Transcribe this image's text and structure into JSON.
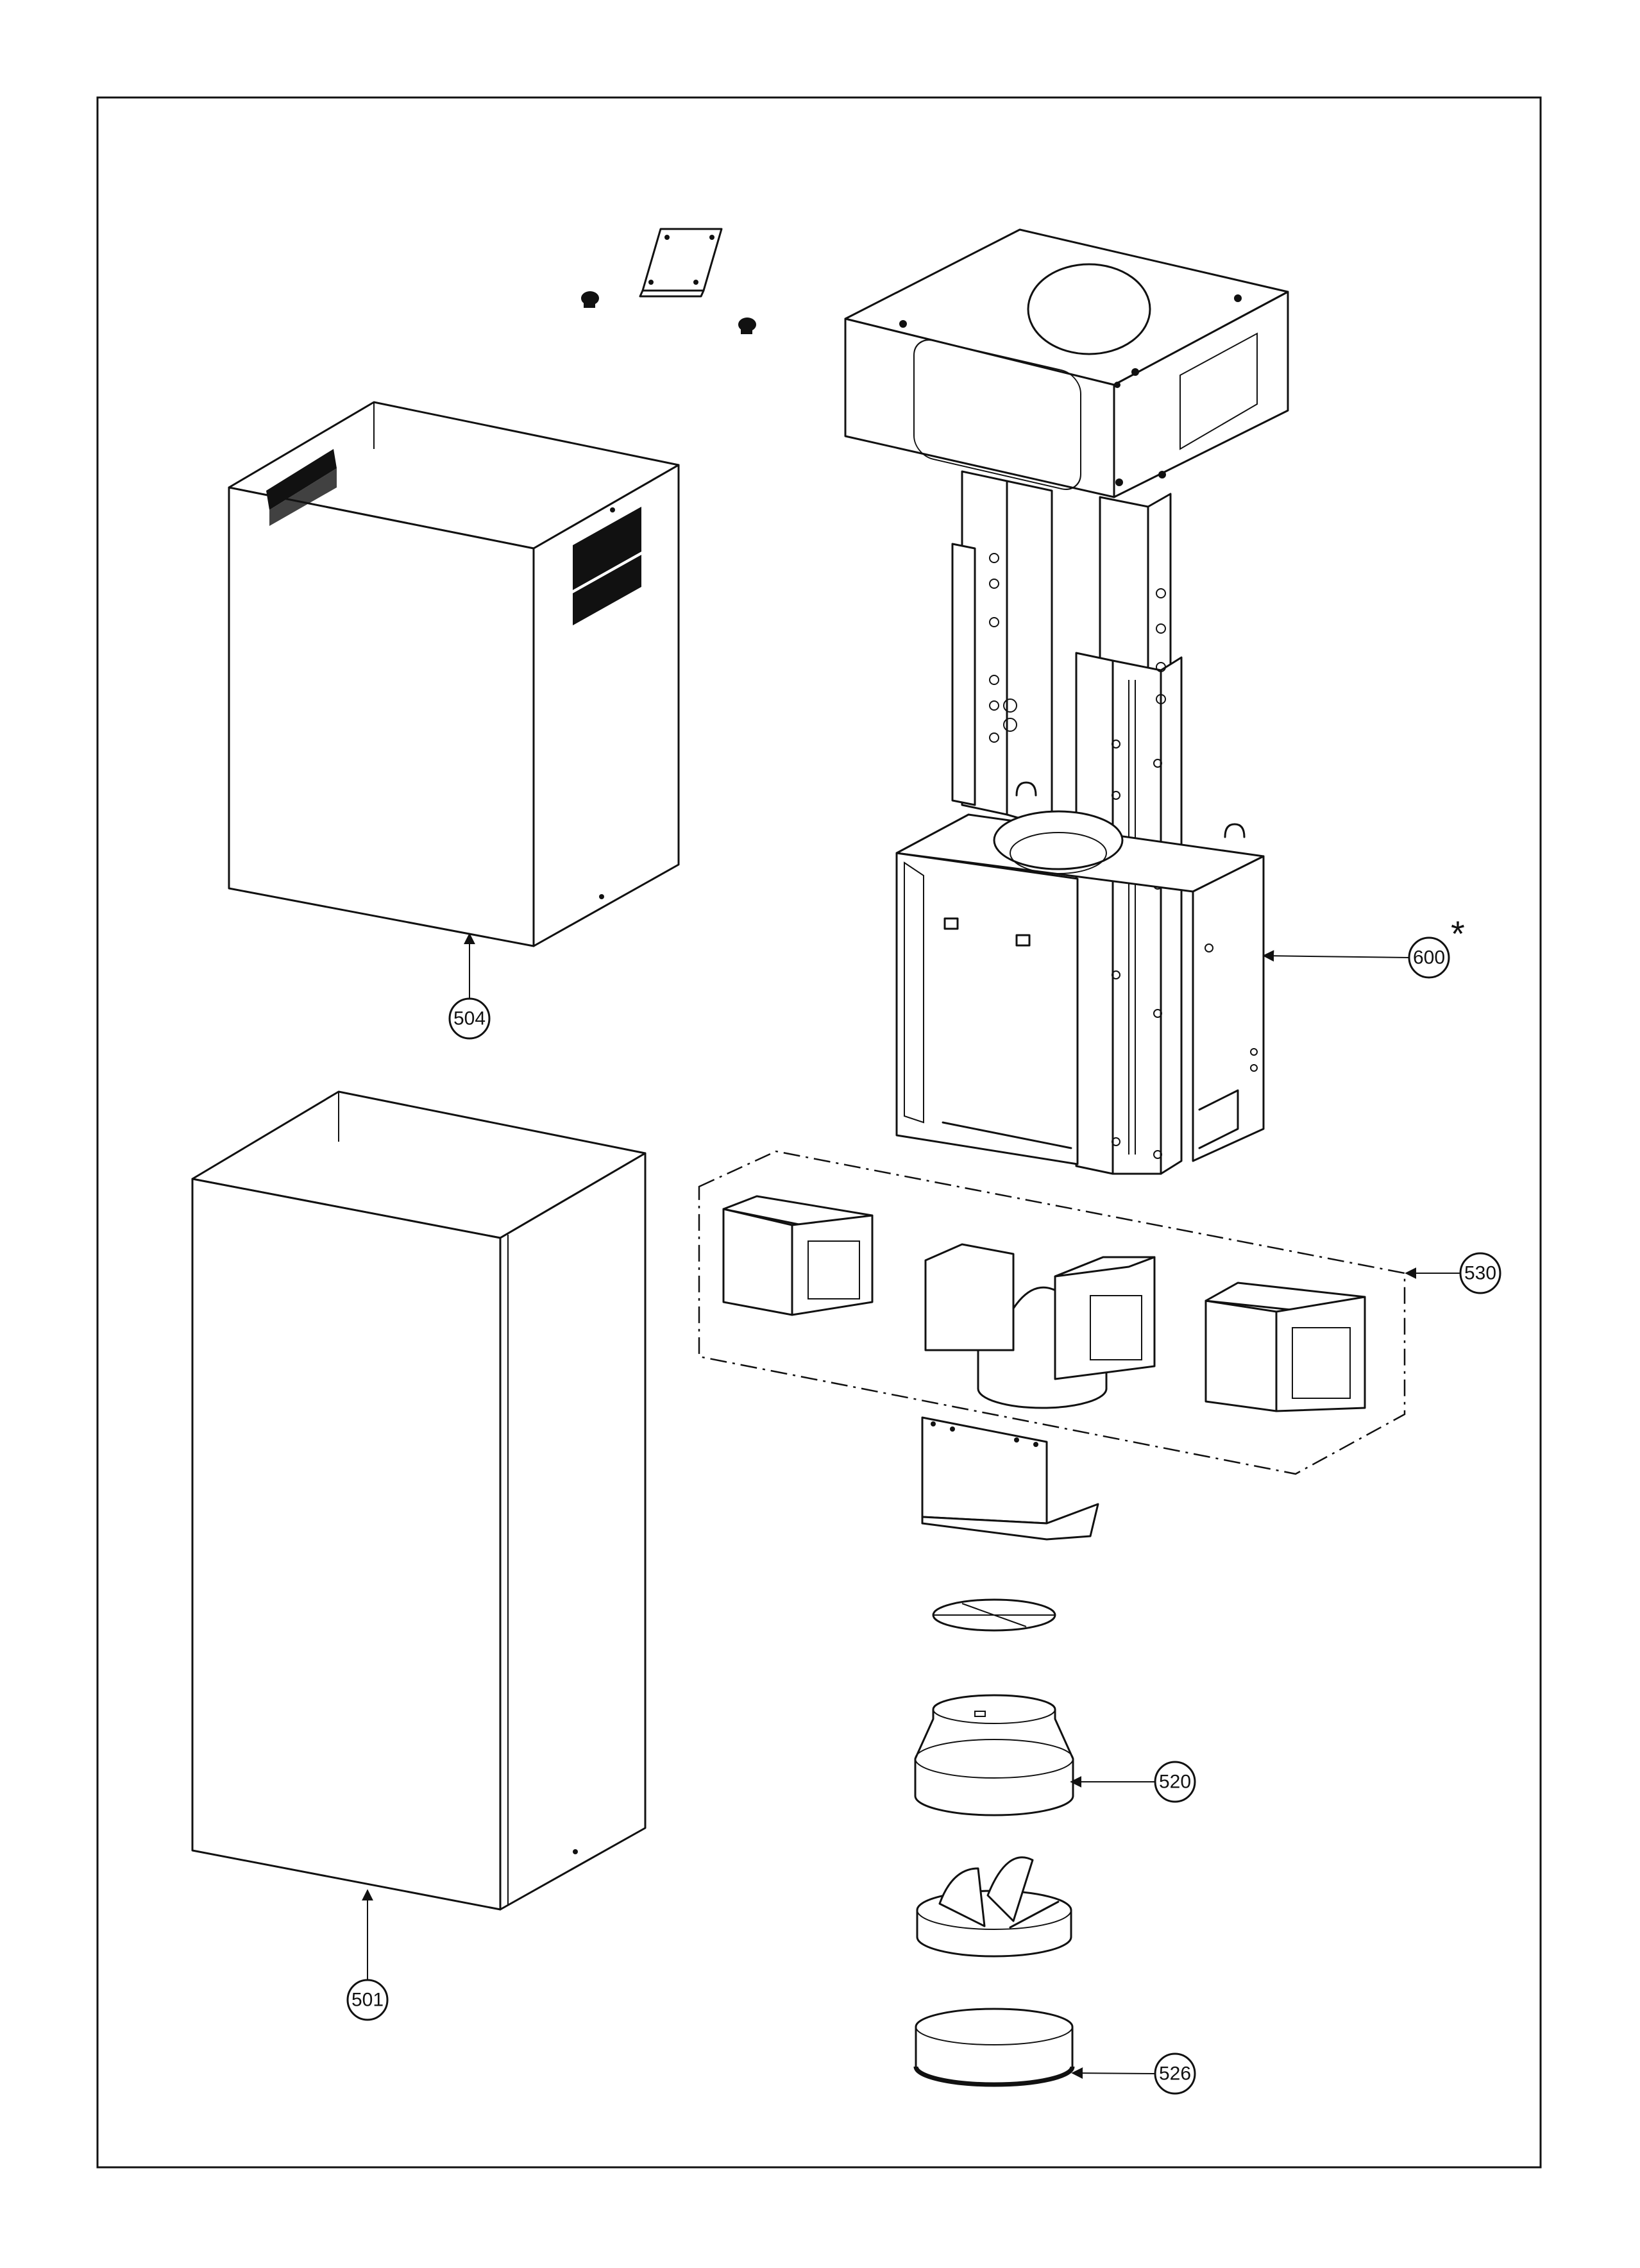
{
  "callouts": {
    "c600": "600",
    "c600_note": "*",
    "c504": "504",
    "c530": "530",
    "c501": "501",
    "c520": "520",
    "c526": "526"
  }
}
